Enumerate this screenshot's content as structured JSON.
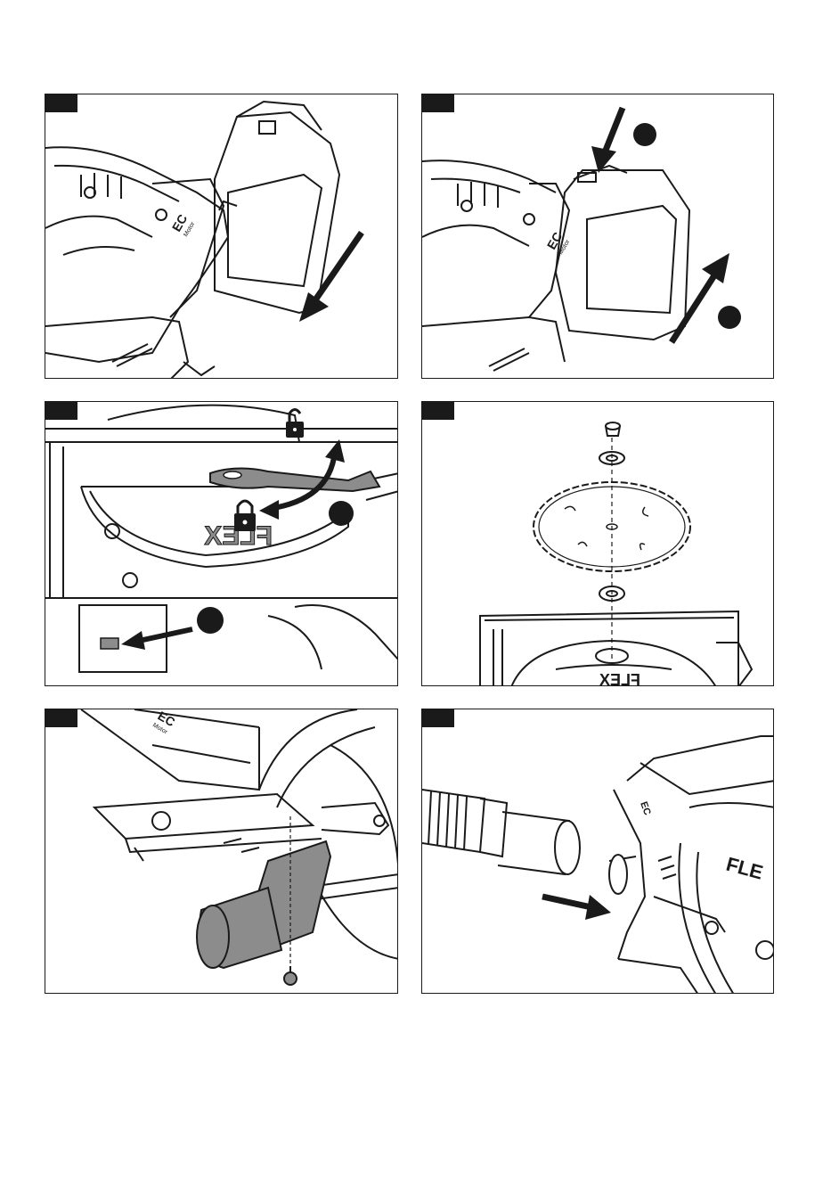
{
  "figures": [
    {
      "id": "fig1",
      "motor_badge": "EC",
      "motor_sub": "Motor"
    },
    {
      "id": "fig2",
      "motor_badge": "EC",
      "motor_sub": "Motor"
    },
    {
      "id": "fig3",
      "brand": "FLEX"
    },
    {
      "id": "fig4",
      "brand": "FLEX"
    },
    {
      "id": "fig5",
      "motor_badge": "EC",
      "motor_sub": "Motor"
    },
    {
      "id": "fig6",
      "brand": "FLE",
      "motor_badge": "EC"
    }
  ],
  "colors": {
    "ink": "#1a1a1a",
    "shade": "#8c8c8c",
    "light": "#bdbdbd"
  },
  "icons": [
    "arrow-icon",
    "lock-open-icon",
    "lock-closed-icon",
    "callout-dot-icon",
    "saw-blade-icon",
    "flange-icon",
    "screw-icon",
    "dust-port-icon",
    "vacuum-hose-icon"
  ]
}
